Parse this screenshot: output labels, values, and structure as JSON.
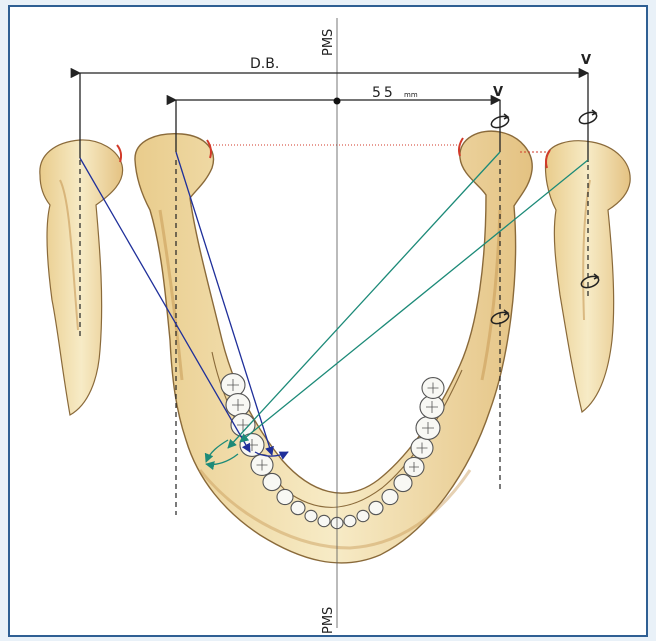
{
  "diagram": {
    "labels": {
      "pms_top": "PMS",
      "pms_bottom": "PMS",
      "db": "D.B.",
      "distance": "55",
      "distance_unit": "mm",
      "v_inner": "V",
      "v_outer": "V"
    },
    "colors": {
      "frame": "#2f5f93",
      "frame_fill": "#e9f1f8",
      "bone": "#f2dfb0",
      "bone_shade": "#c89a56",
      "bone_line": "#8a6a3a",
      "tooth": "#f8f8f4",
      "tooth_line": "#555555",
      "blue_lines": "#1f2f9a",
      "teal_lines": "#1c8a78",
      "red_marks": "#d23a2a",
      "ink": "#222222"
    }
  }
}
